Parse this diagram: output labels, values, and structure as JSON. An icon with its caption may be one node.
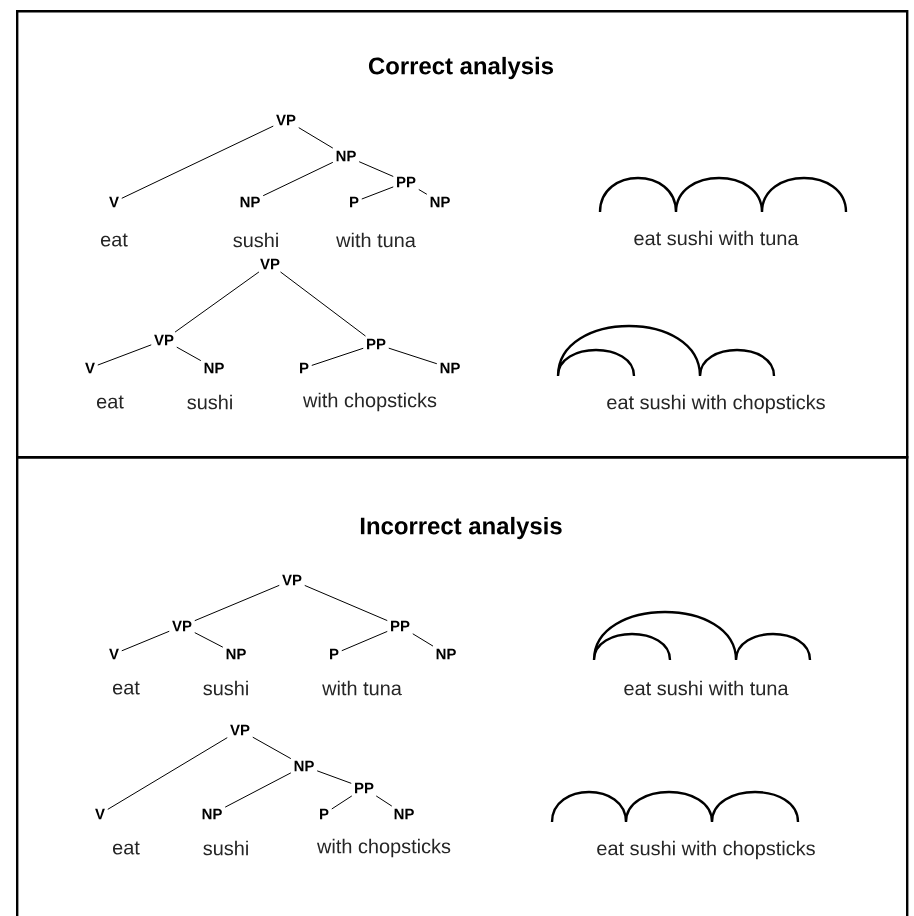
{
  "diagram": {
    "nodes": [
      {
        "text": [
          "Correct analysis"
        ]
      },
      {
        "text": [
          "VP"
        ],
        "in": 0
      },
      {
        "text": [
          "NP"
        ],
        "in": 0
      },
      {
        "text": [
          "PP"
        ],
        "in": 0
      },
      {
        "text": [
          "V"
        ],
        "in": 0
      },
      {
        "text": [
          "NP"
        ],
        "in": 0
      },
      {
        "text": [
          "P"
        ],
        "in": 0
      },
      {
        "text": [
          "NP"
        ],
        "in": 0
      },
      {
        "text": [
          "VP"
        ],
        "in": 0
      },
      {
        "text": [
          "VP"
        ],
        "in": 0
      },
      {
        "text": [
          "PP"
        ],
        "in": 0
      },
      {
        "text": [
          "V"
        ],
        "in": 0
      },
      {
        "text": [
          "NP"
        ],
        "in": 0
      },
      {
        "text": [
          "P"
        ],
        "in": 0
      },
      {
        "text": [
          "NP"
        ],
        "in": 0
      },
      {
        "text": [
          "Incorrect analysis"
        ]
      },
      {
        "text": [
          "VP"
        ],
        "in": 15
      },
      {
        "text": [
          "VP"
        ],
        "in": 15
      },
      {
        "text": [
          "PP"
        ],
        "in": 15
      },
      {
        "text": [
          "V"
        ],
        "in": 15
      },
      {
        "text": [
          "NP"
        ],
        "in": 15
      },
      {
        "text": [
          "P"
        ],
        "in": 15
      },
      {
        "text": [
          "NP"
        ],
        "in": 15
      },
      {
        "text": [
          "VP"
        ],
        "in": 15
      },
      {
        "text": [
          "NP"
        ],
        "in": 15
      },
      {
        "text": [
          "PP"
        ],
        "in": 15
      },
      {
        "text": [
          "V"
        ],
        "in": 15
      },
      {
        "text": [
          "NP"
        ],
        "in": 15
      },
      {
        "text": [
          "P"
        ],
        "in": 15
      },
      {
        "text": [
          "NP"
        ],
        "in": 15
      }
    ],
    "edges": [
      {
        "from": 1,
        "to": 4,
        "arrow": "none"
      },
      {
        "from": 1,
        "to": 2,
        "arrow": "none"
      },
      {
        "from": 2,
        "to": 5,
        "arrow": "none"
      },
      {
        "from": 2,
        "to": 3,
        "arrow": "none"
      },
      {
        "from": 3,
        "to": 6,
        "arrow": "none"
      },
      {
        "from": 3,
        "to": 7,
        "arrow": "none"
      },
      {
        "from": 8,
        "to": 9,
        "arrow": "none"
      },
      {
        "from": 8,
        "to": 10,
        "arrow": "none"
      },
      {
        "from": 9,
        "to": 11,
        "arrow": "none"
      },
      {
        "from": 9,
        "to": 12,
        "arrow": "none"
      },
      {
        "from": 10,
        "to": 13,
        "arrow": "none"
      },
      {
        "from": 10,
        "to": 14,
        "arrow": "none"
      },
      {
        "from": 16,
        "to": 17,
        "arrow": "none"
      },
      {
        "from": 16,
        "to": 18,
        "arrow": "none"
      },
      {
        "from": 17,
        "to": 19,
        "arrow": "none"
      },
      {
        "from": 17,
        "to": 20,
        "arrow": "none"
      },
      {
        "from": 18,
        "to": 21,
        "arrow": "none"
      },
      {
        "from": 18,
        "to": 22,
        "arrow": "none"
      },
      {
        "from": 23,
        "to": 26,
        "arrow": "none"
      },
      {
        "from": 23,
        "to": 24,
        "arrow": "none"
      },
      {
        "from": 24,
        "to": 27,
        "arrow": "none"
      },
      {
        "from": 24,
        "to": 25,
        "arrow": "none"
      },
      {
        "from": 25,
        "to": 28,
        "arrow": "none"
      },
      {
        "from": 25,
        "to": 29,
        "arrow": "none"
      }
    ],
    "labels": [
      "eat",
      "sushi",
      "with tuna",
      "eat sushi with tuna",
      "eat",
      "sushi",
      "with chopsticks",
      "eat sushi with chopsticks",
      "eat",
      "sushi",
      "with tuna",
      "eat sushi with tuna",
      "eat",
      "sushi",
      "with chopsticks",
      "eat sushi with chopsticks"
    ]
  }
}
